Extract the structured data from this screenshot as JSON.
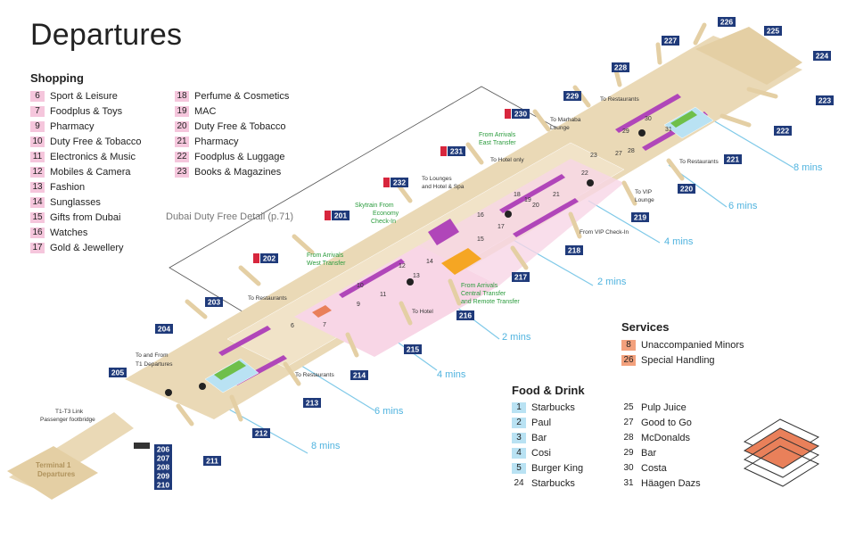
{
  "title": "Departures",
  "shopping": {
    "heading": "Shopping",
    "col1": [
      {
        "n": "6",
        "label": "Sport & Leisure"
      },
      {
        "n": "7",
        "label": "Foodplus & Toys"
      },
      {
        "n": "9",
        "label": "Pharmacy"
      },
      {
        "n": "10",
        "label": "Duty Free & Tobacco"
      },
      {
        "n": "11",
        "label": "Electronics & Music"
      },
      {
        "n": "12",
        "label": "Mobiles & Camera"
      },
      {
        "n": "13",
        "label": "Fashion"
      },
      {
        "n": "14",
        "label": "Sunglasses"
      },
      {
        "n": "15",
        "label": "Gifts from Dubai"
      },
      {
        "n": "16",
        "label": "Watches"
      },
      {
        "n": "17",
        "label": "Gold & Jewellery"
      }
    ],
    "col2": [
      {
        "n": "18",
        "label": "Perfume & Cosmetics"
      },
      {
        "n": "19",
        "label": "MAC"
      },
      {
        "n": "20",
        "label": "Duty Free & Tobacco"
      },
      {
        "n": "21",
        "label": "Pharmacy"
      },
      {
        "n": "22",
        "label": "Foodplus & Luggage"
      },
      {
        "n": "23",
        "label": "Books & Magazines"
      }
    ]
  },
  "services": {
    "heading": "Services",
    "items": [
      {
        "n": "8",
        "label": "Unaccompanied Minors"
      },
      {
        "n": "26",
        "label": "Special Handling"
      }
    ]
  },
  "food": {
    "heading": "Food & Drink",
    "col1": [
      {
        "n": "1",
        "label": "Starbucks"
      },
      {
        "n": "2",
        "label": "Paul"
      },
      {
        "n": "3",
        "label": "Bar"
      },
      {
        "n": "4",
        "label": "Cosi"
      },
      {
        "n": "5",
        "label": "Burger King"
      },
      {
        "n": "24",
        "label": "Starbucks"
      }
    ],
    "col2": [
      {
        "n": "25",
        "label": "Pulp Juice"
      },
      {
        "n": "27",
        "label": "Good to Go"
      },
      {
        "n": "28",
        "label": "McDonalds"
      },
      {
        "n": "29",
        "label": "Bar"
      },
      {
        "n": "30",
        "label": "Costa"
      },
      {
        "n": "31",
        "label": "Häagen Dazs"
      }
    ]
  },
  "map": {
    "duty_free_detail": "Dubai Duty Free Detail (p.71)",
    "terminal1": [
      "Terminal 1",
      "Departures"
    ],
    "t1t3_link": [
      "T1-T3 Link",
      "Passenger footbridge"
    ],
    "to_from_t1": [
      "To and From",
      "T1 Departures"
    ],
    "walk_times": [
      "8 mins",
      "6 mins",
      "4 mins",
      "2 mins",
      "2 mins",
      "4 mins",
      "6 mins",
      "8 mins"
    ],
    "gates_north": [
      "203",
      "202",
      "201",
      "232",
      "231",
      "230",
      "229",
      "228",
      "227",
      "226",
      "225",
      "224",
      "223"
    ],
    "gates_south": [
      "205",
      "204",
      "206",
      "207",
      "208",
      "209",
      "210",
      "211",
      "212",
      "213",
      "214",
      "215",
      "216",
      "217",
      "218",
      "219",
      "220",
      "221",
      "222"
    ],
    "annotations": {
      "to_restaurants": "To Restaurants",
      "to_hotel": "To Hotel",
      "to_hotel_only": "To Hotel only",
      "to_lounges": [
        "To Lounges",
        "and Hotel & Spa"
      ],
      "to_marhaba": [
        "To Marhaba",
        "Lounge"
      ],
      "to_vip": [
        "To VIP",
        "Lounge"
      ],
      "from_vip": "From VIP Check-In",
      "skytrain": [
        "Skytrain From",
        "Economy",
        "Check-In"
      ],
      "west_transfer": [
        "From Arrivals",
        "West Transfer"
      ],
      "east_transfer": [
        "From Arrivals",
        "East Transfer"
      ],
      "central_transfer": [
        "From Arrivals",
        "Central Transfer",
        "and Remote Transfer"
      ]
    }
  },
  "colors": {
    "navy": "#1f3a7a",
    "gate_red": "#d7263d",
    "concourse": "#e9d7b5",
    "shop_pink": "#f5c6dc",
    "food_blue": "#b9e2f3",
    "service_orange": "#f3a17d",
    "walk_line": "#7fc9e8",
    "transfer_green": "#2a9b3c"
  }
}
